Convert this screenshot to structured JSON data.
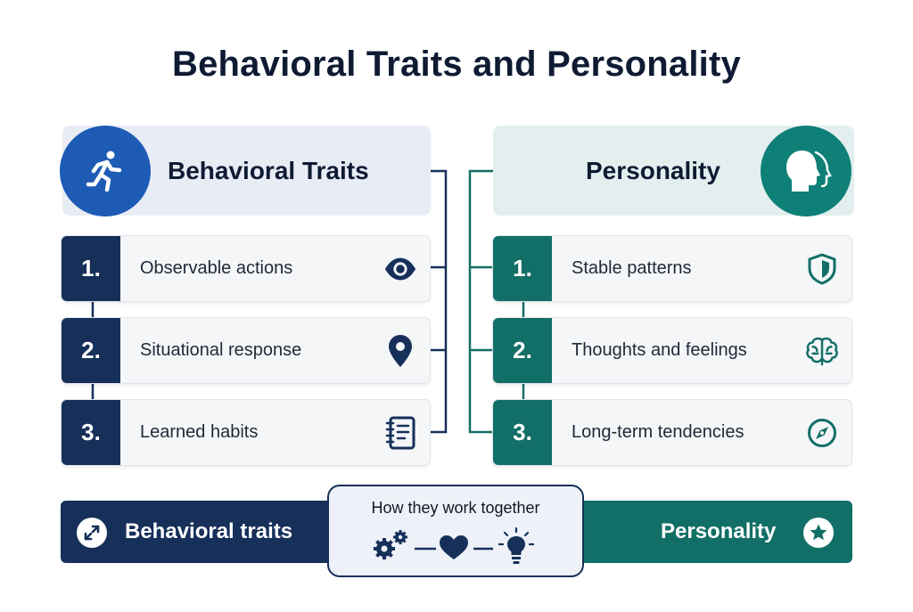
{
  "title": "Behavioral Traits and Personality",
  "left_header": {
    "label": "Behavioral Traits",
    "icon": "running-person-icon",
    "color": "#1d5bb5"
  },
  "right_header": {
    "label": "Personality",
    "icon": "head-profile-icon",
    "color": "#0e8077"
  },
  "left_items": [
    {
      "number": "1.",
      "label": "Observable actions",
      "icon": "eye-icon"
    },
    {
      "number": "2.",
      "label": "Situational response",
      "icon": "location-pin-icon"
    },
    {
      "number": "3.",
      "label": "Learned habits",
      "icon": "notebook-icon"
    }
  ],
  "right_items": [
    {
      "number": "1.",
      "label": "Stable patterns",
      "icon": "shield-icon"
    },
    {
      "number": "2.",
      "label": "Thoughts and feelings",
      "icon": "brain-icon"
    },
    {
      "number": "3.",
      "label": "Long-term tendencies",
      "icon": "compass-icon"
    }
  ],
  "bottom": {
    "left_label": "Behavioral traits",
    "right_label": "Personality",
    "center_title": "How they work together",
    "center_icons": [
      "gears-icon",
      "heart-icon",
      "lightbulb-icon"
    ]
  },
  "colors": {
    "navy": "#16305a",
    "teal": "#126f67",
    "blue": "#1d5bb5",
    "teal_bright": "#0e8077"
  }
}
